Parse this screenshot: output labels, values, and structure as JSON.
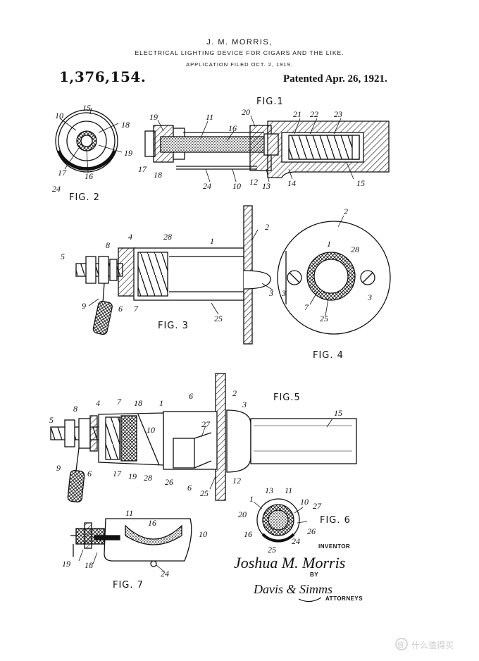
{
  "header": {
    "inventor": "J. M. MORRIS,",
    "title": "ELECTRICAL LIGHTING DEVICE FOR CIGARS AND THE LIKE.",
    "application": "APPLICATION FILED OCT. 2, 1919.",
    "patent_number": "1,376,154.",
    "patented_date": "Patented Apr. 26, 1921."
  },
  "figures": {
    "fig1": "FIG.1",
    "fig2": "FIG. 2",
    "fig3": "FIG. 3",
    "fig4": "FIG. 4",
    "fig5": "FIG.5",
    "fig6": "FIG. 6",
    "fig7": "FIG. 7"
  },
  "labels": {
    "fig1": [
      "19",
      "11",
      "16",
      "20",
      "21",
      "22",
      "23",
      "17",
      "18",
      "24",
      "10",
      "12",
      "13",
      "14",
      "15"
    ],
    "fig2": [
      "15",
      "10",
      "18",
      "19",
      "17",
      "16",
      "24"
    ],
    "fig3": [
      "8",
      "4",
      "28",
      "1",
      "2",
      "5",
      "9",
      "6",
      "7",
      "3",
      "25"
    ],
    "fig4": [
      "2",
      "1",
      "28",
      "3",
      "3",
      "7",
      "25"
    ],
    "fig5": [
      "8",
      "4",
      "7",
      "18",
      "1",
      "6",
      "2",
      "3",
      "15",
      "5",
      "10",
      "27",
      "9",
      "6",
      "17",
      "19",
      "28",
      "26",
      "6",
      "12",
      "25"
    ],
    "fig6": [
      "1",
      "13",
      "11",
      "10",
      "27",
      "20",
      "16",
      "26",
      "25",
      "24"
    ],
    "fig7": [
      "11",
      "16",
      "10",
      "19",
      "18",
      "24"
    ]
  },
  "signature": {
    "inventor_label": "INVENTOR",
    "inventor_signature": "Joshua M. Morris",
    "by": "BY",
    "attorney_signature": "Davis & Simms",
    "attorneys_label": "ATTORNEYS"
  }
}
